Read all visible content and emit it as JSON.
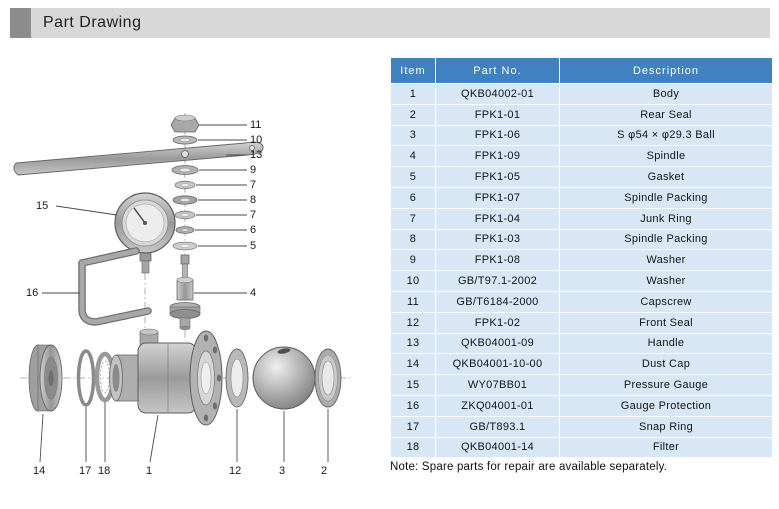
{
  "page": {
    "title": "Part Drawing",
    "note": "Note: Spare parts for repair are available separately."
  },
  "colors": {
    "title_bar_bg": "#d7d7d7",
    "title_accent": "#8d8d8d",
    "table_header_bg": "#3f81c1",
    "table_header_text": "#ffffff",
    "table_row_bg": "#d8e7f5",
    "table_grid": "#ffffff"
  },
  "table": {
    "headers": [
      "Item",
      "Part No.",
      "Description"
    ],
    "rows": [
      {
        "item": "1",
        "part_no": "QKB04002-01",
        "description": "Body"
      },
      {
        "item": "2",
        "part_no": "FPK1-01",
        "description": "Rear Seal"
      },
      {
        "item": "3",
        "part_no": "FPK1-06",
        "description": "S φ54 × φ29.3 Ball"
      },
      {
        "item": "4",
        "part_no": "FPK1-09",
        "description": "Spindle"
      },
      {
        "item": "5",
        "part_no": "FPK1-05",
        "description": "Gasket"
      },
      {
        "item": "6",
        "part_no": "FPK1-07",
        "description": "Spindle Packing"
      },
      {
        "item": "7",
        "part_no": "FPK1-04",
        "description": "Junk Ring"
      },
      {
        "item": "8",
        "part_no": "FPK1-03",
        "description": "Spindle Packing"
      },
      {
        "item": "9",
        "part_no": "FPK1-08",
        "description": "Washer"
      },
      {
        "item": "10",
        "part_no": "GB/T97.1-2002",
        "description": "Washer"
      },
      {
        "item": "11",
        "part_no": "GB/T6184-2000",
        "description": "Capscrew"
      },
      {
        "item": "12",
        "part_no": "FPK1-02",
        "description": "Front Seal"
      },
      {
        "item": "13",
        "part_no": "QKB04001-09",
        "description": "Handle"
      },
      {
        "item": "14",
        "part_no": "QKB04001-10-00",
        "description": "Dust Cap"
      },
      {
        "item": "15",
        "part_no": "WY07BB01",
        "description": "Pressure Gauge"
      },
      {
        "item": "16",
        "part_no": "ZKQ04001-01",
        "description": "Gauge Protection"
      },
      {
        "item": "17",
        "part_no": "GB/T893.1",
        "description": "Snap Ring"
      },
      {
        "item": "18",
        "part_no": "QKB04001-14",
        "description": "Filter"
      }
    ]
  },
  "diagram": {
    "callouts": [
      "11",
      "10",
      "13",
      "9",
      "7",
      "8",
      "7",
      "6",
      "5",
      "4",
      "15",
      "16",
      "14",
      "17",
      "18",
      "1",
      "12",
      "3",
      "2"
    ]
  }
}
